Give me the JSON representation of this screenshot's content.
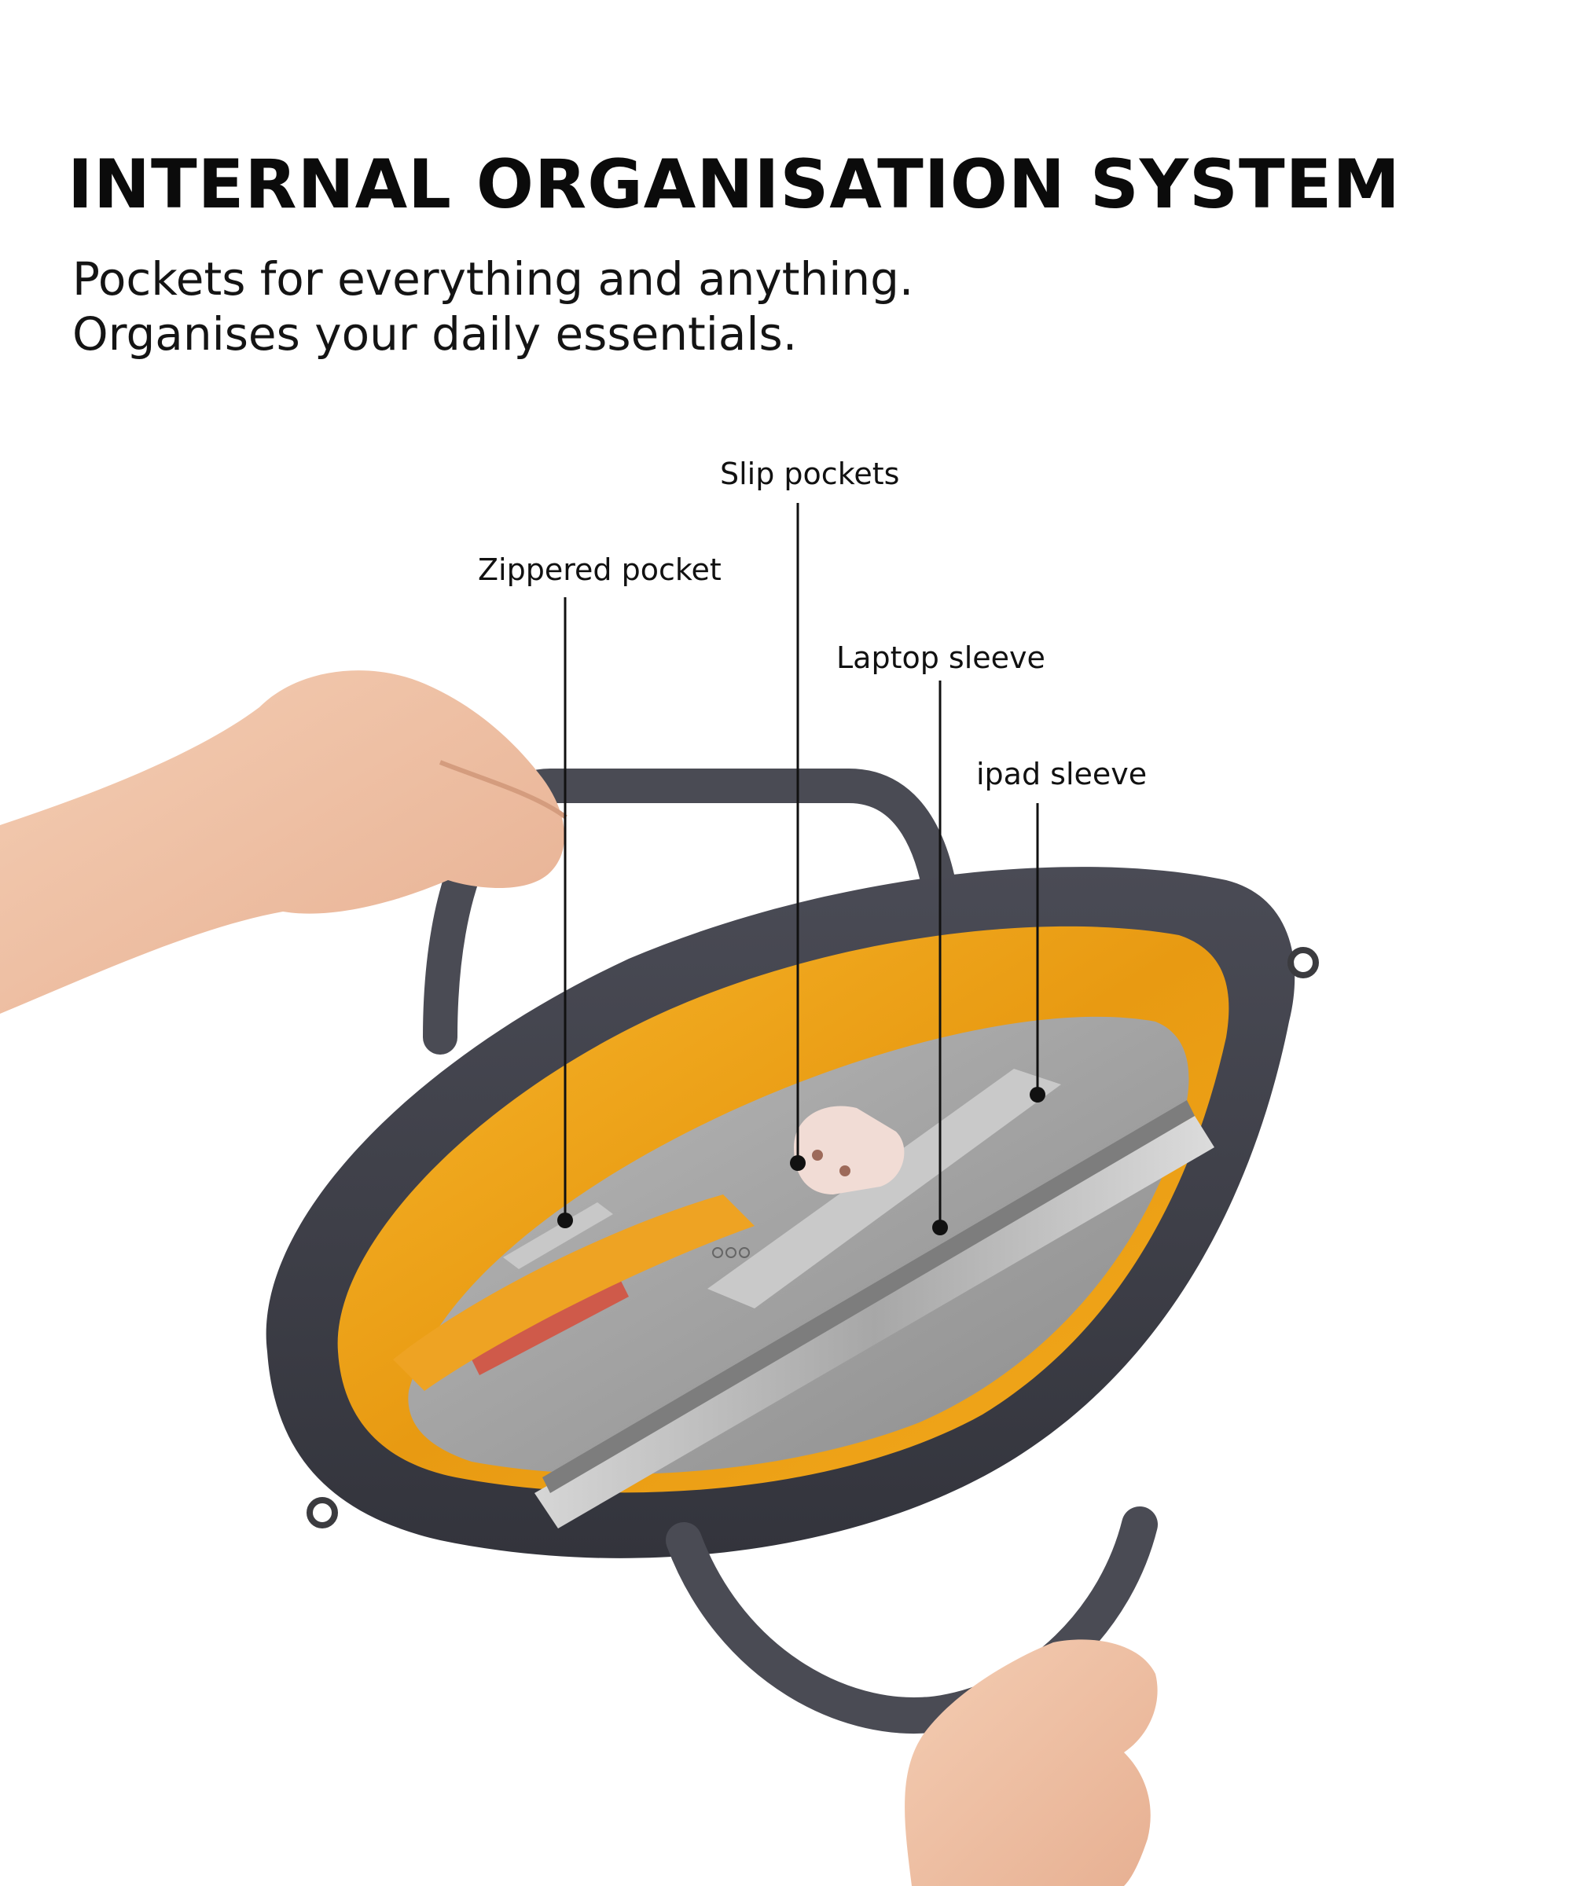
{
  "header": {
    "title": "INTERNAL ORGANISATION SYSTEM",
    "subtitle_line1": "Pockets for everything and anything.",
    "subtitle_line2": "Organises your daily essentials."
  },
  "callouts": {
    "slip_pockets": "Slip pockets",
    "zippered_pocket": "Zippered pocket",
    "laptop_sleeve": "Laptop sleeve",
    "ipad_sleeve": "ipad sleeve"
  },
  "colors": {
    "lining": "#f2a81c",
    "shell": "#3f4049",
    "sleeve_gray": "#9a9a9a",
    "skin": "#efc1a4",
    "line": "#111111"
  }
}
